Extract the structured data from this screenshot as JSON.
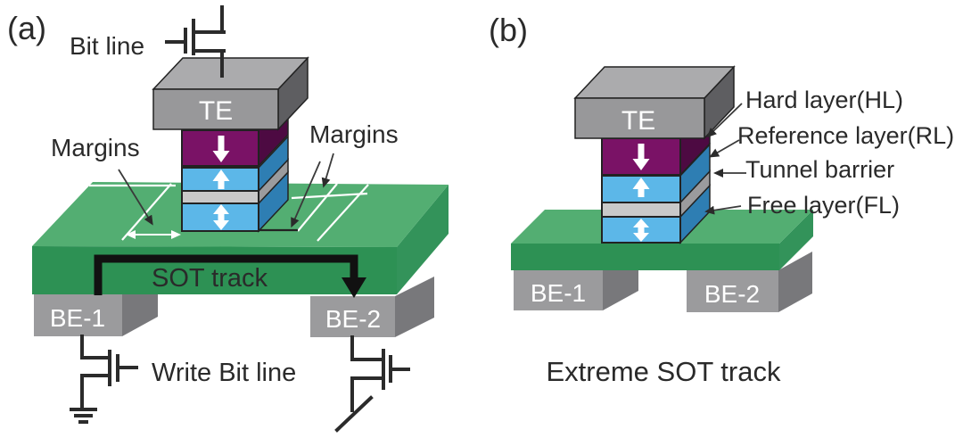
{
  "figure": {
    "description": "Two-panel schematic of a SOT-MRAM cell with shared SOT track (a) and extreme SOT track variant (b)"
  },
  "colors": {
    "background": "#ffffff",
    "text_dark": "#2a2a2a",
    "arrow_white": "#ffffff",
    "annotation_black": "#2b2b2b",
    "sot_arrow_black": "#111111",
    "purple_front": "#7a1266",
    "purple_side": "#4d0a42",
    "blue_front": "#5cb7e8",
    "blue_side": "#2e7eb3",
    "barrier_front": "#c9c9c9",
    "barrier_side": "#9b9b9d",
    "te_front": "#98989a",
    "te_top": "#ababad",
    "te_side": "#5e5e61",
    "be_front": "#9b9b9d",
    "be_side": "#78787b",
    "green_top": "#53ae72",
    "green_front": "#2d9154",
    "green_side": "#33935a",
    "margin_line_white": "#ffffff"
  },
  "panel_a": {
    "label": "(a)",
    "bit_line_label": "Bit line",
    "top_electrode_label": "TE",
    "margins_left_label": "Margins",
    "margins_right_label": "Margins",
    "sot_track_label": "SOT track",
    "be1_label": "BE-1",
    "be2_label": "BE-2",
    "write_bit_line_label": "Write Bit line"
  },
  "panel_b": {
    "label": "(b)",
    "top_electrode_label": "TE",
    "be1_label": "BE-1",
    "be2_label": "BE-2",
    "caption": "Extreme SOT track",
    "layer_labels": {
      "hard": "Hard layer(HL)",
      "reference": "Reference layer(RL)",
      "tunnel": "Tunnel barrier",
      "free": "Free layer(FL)"
    }
  }
}
